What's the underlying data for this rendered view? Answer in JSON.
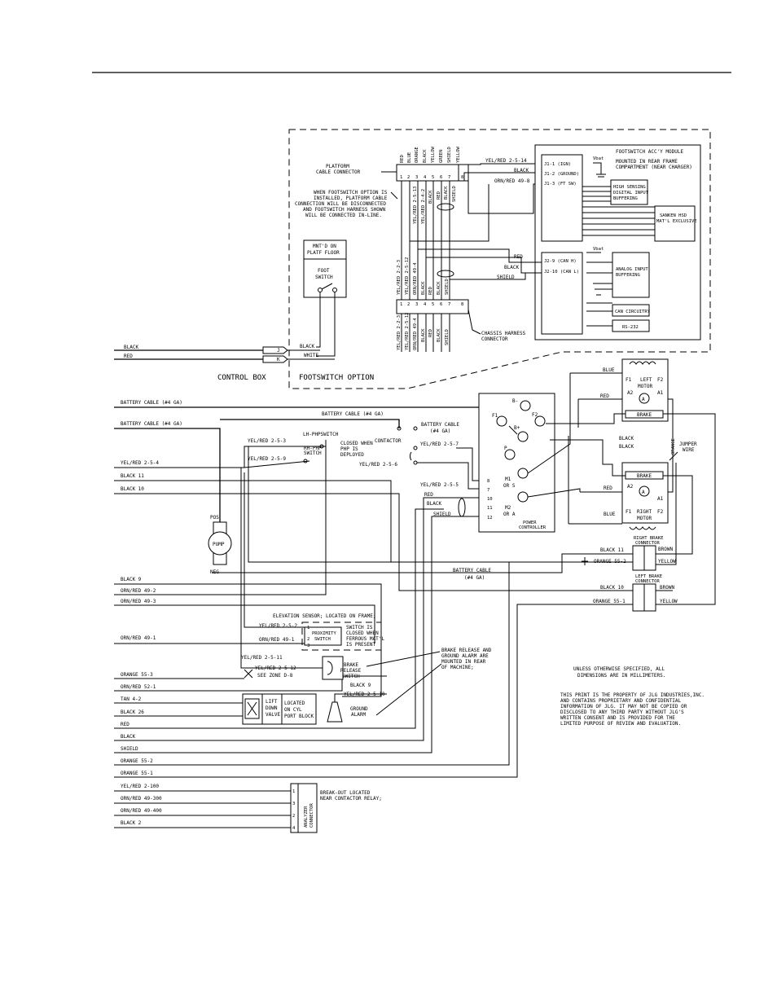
{
  "footswitch_module": {
    "title": "FOOTSWITCH ACC'Y MODULE",
    "mount_line1": "MOUNTED IN REAR FRAME",
    "mount_line2": "COMPARTMENT (NEAR CHARGER)",
    "pins": [
      "J1-1 (IGN)",
      "J1-2 (GROUND)",
      "J1-3 (FT SW)",
      "J2-9 (CAN H)",
      "J2-10 (CAN L)"
    ],
    "vbat": "Vbat",
    "high_sensing_1": "HIGH SENSING",
    "high_sensing_2": "DIGITAL INPUT",
    "high_sensing_3": "BUFFERING",
    "sanken_1": "SANKEN HSD",
    "sanken_2": "MAT'L EXCLUSIVE",
    "analog_1": "ANALOG INPUT",
    "analog_2": "BUFFERING",
    "can": "CAN CIRCUITRY",
    "rs232": "RS-232"
  },
  "platform_connector": {
    "label_1": "PLATFORM",
    "label_2": "CABLE CONNECTOR",
    "colors": [
      "RED",
      "BLUE",
      "ORANGE",
      "BLACK",
      "YELLOW",
      "GREEN",
      "SHIELD",
      "YELLOW"
    ],
    "pins": [
      "1",
      "2",
      "3",
      "4",
      "5",
      "6",
      "7",
      "8"
    ]
  },
  "chassis_connector": {
    "label_1": "CHASSIS HARNESS",
    "label_2": "CONNECTOR",
    "pins": [
      "1",
      "2",
      "3",
      "4",
      "5",
      "6",
      "7",
      "8"
    ]
  },
  "upper_wires": {
    "yelred_14": "YEL/RED 2-5-14",
    "black": "BLACK",
    "orn_red": "ORN/RED 49-8",
    "red": "RED",
    "black2": "BLACK",
    "shield": "SHIELD",
    "vert_1": "YEL/RED 2-5-13",
    "vert_2": "YEL/RED 2-4-2",
    "vert_3": "BLACK",
    "vert_4": "RED",
    "vert_5": "BLACK",
    "vert_6": "SHIELD",
    "lower_1": "YEL/RED 2-2-3",
    "lower_2": "YEL/RED 2-5-12",
    "lower_3": "ORN/RED 49-4",
    "lower_4": "BLACK",
    "lower_5": "RED",
    "lower_6": "BLACK",
    "lower_7": "SHIELD",
    "bottom_1": "YEL/RED 2-2-3",
    "bottom_2": "YEL/RED 2-5-12",
    "bottom_3": "ORN/RED 49-4",
    "bottom_4": "BLACK",
    "bottom_5": "RED",
    "bottom_6": "BLACK",
    "bottom_7": "SHIELD"
  },
  "footswitch_note": {
    "line1": "WHEN FOOTSWITCH OPTION IS",
    "line2": "INSTALLED, PLATFORM CABLE",
    "line3": "CONNECTION WILL BE DISCONNECTED",
    "line4": "AND FOOTSWITCH HARNESS SHOWN",
    "line5": "WILL BE CONNECTED IN-LINE."
  },
  "foot_switch": {
    "mnt_1": "MNT'D ON",
    "mnt_2": "PLATF FLOOR",
    "label_1": "FOOT",
    "label_2": "SWITCH"
  },
  "control_box": {
    "black": "BLACK",
    "red": "RED",
    "j": "J",
    "k": "K",
    "black_r": "BLACK",
    "white": "WHITE",
    "control_box": "CONTROL BOX",
    "footswitch_option": "FOOTSWITCH OPTION"
  },
  "left_wires": {
    "battery_1": "BATTERY CABLE (#4 GA)",
    "battery_2": "BATTERY CABLE (#4 GA)",
    "yelred_4": "YEL/RED 2-5-4",
    "black_11": "BLACK 11",
    "black_10": "BLACK 10",
    "black_9": "BLACK 9",
    "ornred_2": "ORN/RED 49-2",
    "ornred_3": "ORN/RED 49-3",
    "ornred_1": "ORN/RED 49-1",
    "orange_3": "ORANGE 55-3",
    "ornred_52": "ORN/RED 52-1",
    "tan": "TAN 4-2",
    "black_26": "BLACK 26",
    "red": "RED",
    "black": "BLACK",
    "shield": "SHIELD",
    "orange_2": "ORANGE 55-2",
    "orange_1": "ORANGE 55-1",
    "yelred_100": "YEL/RED 2-100",
    "ornred_300": "ORN/RED 49-300",
    "ornred_400": "ORN/RED 49-400",
    "black_2": "BLACK 2"
  },
  "middle": {
    "battery_3": "BATTERY CABLE (#4 GA)",
    "battery_4_1": "BATTERY CABLE",
    "battery_4_2": "(#4 GA)",
    "lh_switch": "LH-PHPSWITCH",
    "yelred_3": "YEL/RED 2-5-3",
    "rh_1": "RH-PHP",
    "rh_2": "SWITCH",
    "yelred_9": "YEL/RED 2-5-9",
    "closed_1": "CLOSED WHEN",
    "closed_2": "PHP IS",
    "closed_3": "DEPLOYED",
    "contactor": "CONTACTOR",
    "yelred_7": "YEL/RED 2-5-7",
    "yelred_6": "YEL/RED 2-5-6",
    "yelred_5": "YEL/RED 2-5-5",
    "red": "RED",
    "black": "BLACK",
    "shield": "SHIELD",
    "pos": "POS",
    "pump": "PUMP",
    "neg": "NEG",
    "battery_5_1": "BATTERY CABLE",
    "battery_5_2": "(#4 GA)"
  },
  "power_controller": {
    "b_minus": "B-",
    "b_plus": "B+",
    "f1": "F1",
    "f2": "F2",
    "p": "P",
    "m1_1": "M1",
    "m1_2": "OR S",
    "m2_1": "M2",
    "m2_2": "OR A",
    "label_1": "POWER",
    "label_2": "CONTROLLER",
    "pins": [
      "8",
      "7",
      "10",
      "11",
      "12"
    ]
  },
  "motors": {
    "blue": "BLUE",
    "red": "RED",
    "black1": "BLACK",
    "black2": "BLACK",
    "red2": "RED",
    "blue2": "BLUE",
    "left_f1": "F1",
    "left_title_1": "LEFT",
    "left_title_2": "MOTOR",
    "left_f2": "F2",
    "a2": "A2",
    "a": "A",
    "a1": "A1",
    "brake": "BRAKE",
    "orange": "ORANGE",
    "jumper_1": "JUMPER",
    "jumper_2": "WIRE",
    "brake2": "BRAKE",
    "a2b": "A2",
    "ab": "A",
    "a1b": "A1",
    "right_f1": "F1",
    "right_title_1": "RIGHT",
    "right_title_2": "MOTOR",
    "right_f2": "F2"
  },
  "brake_connectors": {
    "right_1": "RIGHT BRAKE",
    "right_2": "CONNECTOR",
    "left_1": "LEFT BRAKE",
    "left_2": "CONNECTOR",
    "black_11": "BLACK 11",
    "orange_2": "ORANGE 55-2",
    "brown": "BROWN",
    "yellow": "YELLOW",
    "black_10": "BLACK 10",
    "orange_1": "ORANGE 55-1",
    "brown2": "BROWN",
    "yellow2": "YELLOW"
  },
  "sensors": {
    "elevation": "ELEVATION SENSOR; LOCATED ON FRAME;",
    "yelred_2": "YEL/RED 2-5-2",
    "ornred_1": "ORN/RED 49-1",
    "prox_1": "PROXIMITY",
    "prox_2": "SWITCH",
    "sw_1": "SWITCH IS",
    "sw_2": "CLOSED WHEN",
    "sw_3": "FERROUS MAT'L",
    "sw_4": "IS PRESENT",
    "pin_1": "1",
    "pin_2": "2",
    "pin_3": "3",
    "yelred_11": "YEL/RED 2-5-11",
    "yelred_12": "YEL/RED 2-5-12",
    "see_zone": "SEE ZONE D-8",
    "brake_sw_1": "BRAKE",
    "brake_sw_2": "RELEASE",
    "brake_sw_3": "SWITCH",
    "black_9": "BLACK 9",
    "yelred_10": "YEL/RED 2-5-10",
    "brake_note_1": "BRAKE RELEASE AND",
    "brake_note_2": "GROUND ALARM ARE",
    "brake_note_3": "MOUNTED IN REAR",
    "brake_note_4": "OF MACHINE;",
    "ground_1": "GROUND",
    "ground_2": "ALARM",
    "lift_1": "LIFT",
    "lift_2": "DOWN",
    "lift_3": "VALVE",
    "loc_1": "LOCATED",
    "loc_2": "ON CYL",
    "loc_3": "PORT BLOCK"
  },
  "analyzer": {
    "label_1": "ANALYZER",
    "label_2": "CONNECTOR",
    "pins": [
      "1",
      "3",
      "2",
      "4"
    ],
    "note_1": "BREAK-OUT LOCATED",
    "note_2": "NEAR CONTACTOR RELAY;"
  },
  "notes": {
    "unless_1": "UNLESS OTHERWISE SPECIFIED, ALL",
    "unless_2": "DIMENSIONS ARE IN MILLIMETERS.",
    "prop_1": "THIS PRINT IS THE PROPERTY OF JLG INDUSTRIES,INC.",
    "prop_2": "AND CONTAINS PROPRIETARY AND CONFIDENTIAL",
    "prop_3": "INFORMATION OF JLG.  IT MAY NOT BE COPIED OR",
    "prop_4": "DISCLOSED TO ANY THIRD PARTY WITHOUT JLG'S",
    "prop_5": "WRITTEN CONSENT AND IS PROVIDED FOR THE",
    "prop_6": "LIMITED PURPOSE OF REVIEW AND EVALUATION."
  }
}
